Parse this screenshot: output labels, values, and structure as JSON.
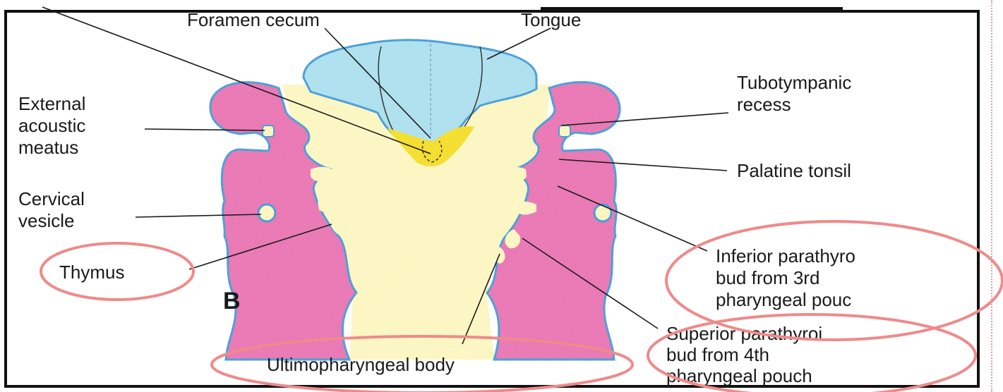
{
  "labels": {
    "foramen_cecum": "Foramen cecum",
    "tongue": "Tongue",
    "tubotympanic_line1": "Tubotympanic",
    "tubotympanic_line2": "recess",
    "external_line1": "External",
    "external_line2": "acoustic",
    "external_line3": "meatus",
    "palatine_tonsil": "Palatine tonsil",
    "cervical_line1": "Cervical",
    "cervical_line2": "vesicle",
    "thymus": "Thymus",
    "panel_letter": "B",
    "inferior_line1": "Inferior parathyro",
    "inferior_line2": "bud from 3rd",
    "inferior_line3": "pharyngeal pouc",
    "superior_line1": "Superior parathyroi",
    "superior_line2": "bud from 4th",
    "superior_line3": "pharyngeal pouch",
    "ultimopharyngeal": "Ultimopharyngeal body"
  },
  "colors": {
    "arch_pink": "#e978b4",
    "tongue_blue": "#aee0ee",
    "pharynx_yellow": "#fbf6c2",
    "foramen_yellow": "#f4de2e",
    "outline_blue": "#4a9fd8",
    "highlight_circle": "#ef8a8a"
  }
}
